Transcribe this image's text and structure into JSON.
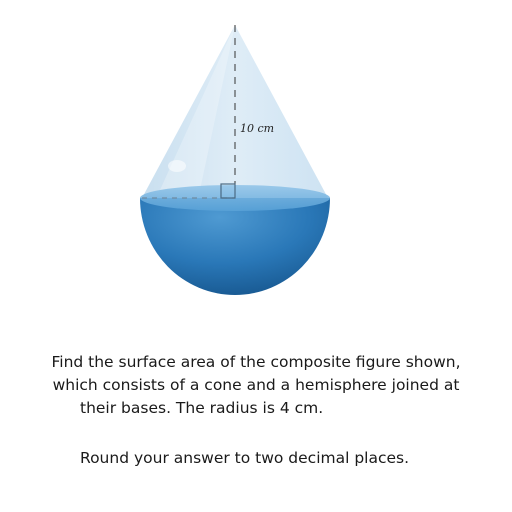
{
  "figure": {
    "height_label": "10 cm"
  },
  "problem": {
    "line1": "Find the surface area of the composite figure shown,",
    "line2": "which consists of a cone and a hemisphere joined at",
    "line3": "their bases. The radius is 4 cm.",
    "instruction": "Round your answer to two decimal places."
  }
}
